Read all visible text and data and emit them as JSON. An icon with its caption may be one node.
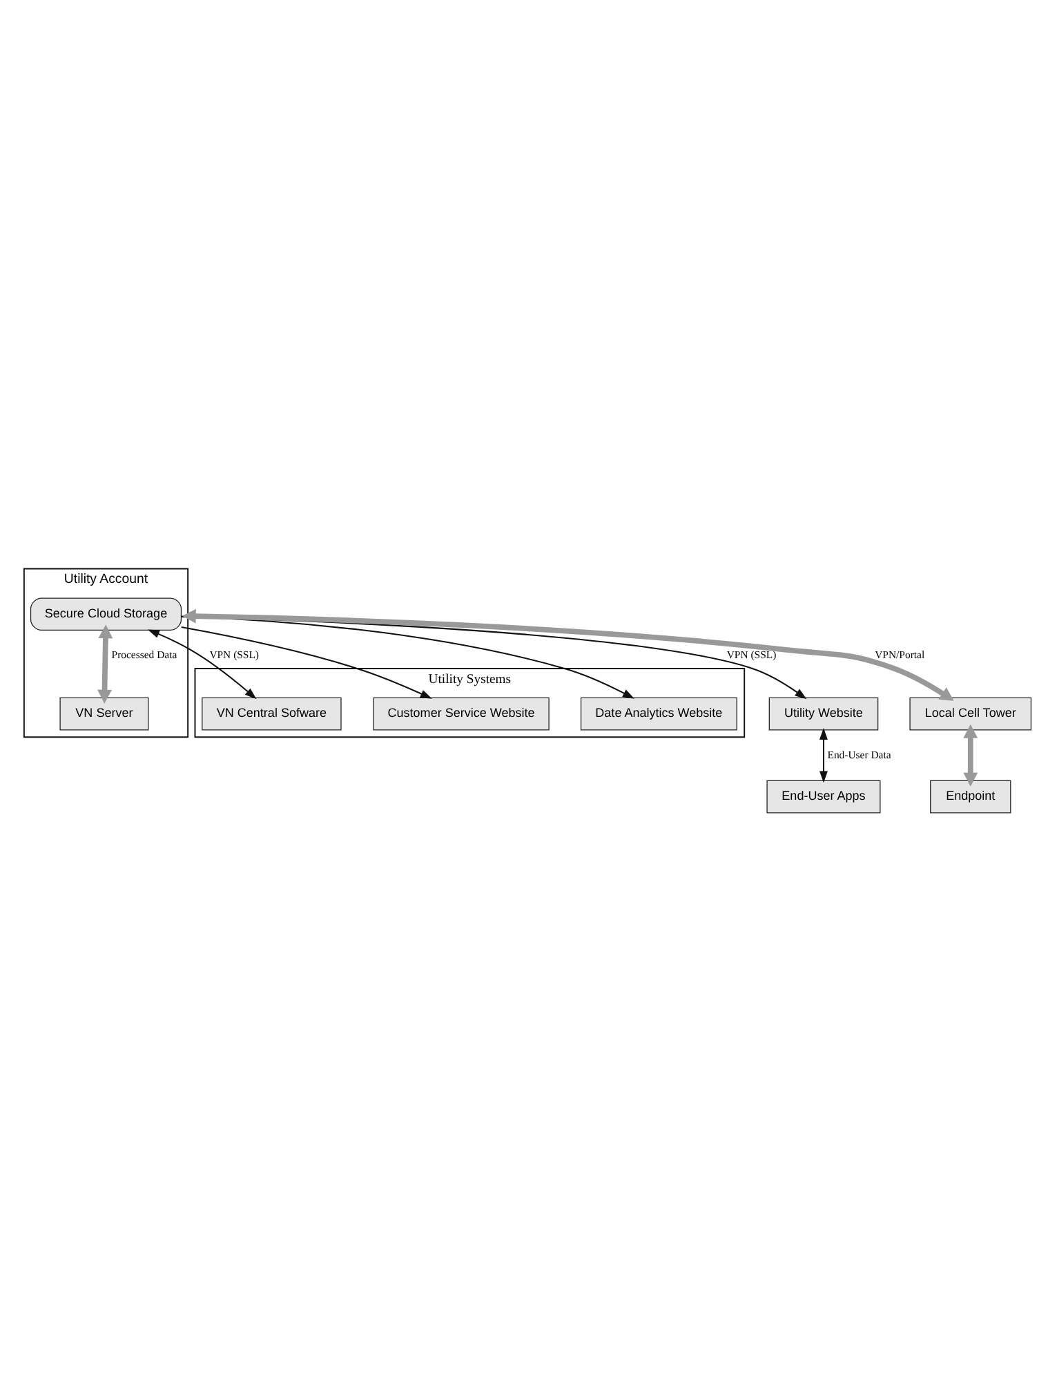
{
  "diagram": {
    "nodes": [
      {
        "text": [
          "End-User Apps"
        ]
      },
      {
        "text": [
          "Utility Website"
        ]
      },
      {
        "text": [
          "Utility Systems"
        ]
      },
      {
        "text": [
          "VN Central Sofware"
        ],
        "in": 2
      },
      {
        "text": [
          "Customer Service Website"
        ],
        "in": 2
      },
      {
        "text": [
          "Date Analytics Website"
        ],
        "in": 2
      },
      {
        "text": [
          "Utility Account"
        ]
      },
      {
        "text": [
          "Secure Cloud Storage"
        ],
        "in": 6
      },
      {
        "text": [
          "VN Server"
        ],
        "in": 6
      },
      {
        "text": [
          "Local Cell Tower"
        ]
      },
      {
        "text": [
          "Endpoint"
        ]
      }
    ],
    "edges": [
      {
        "from": 1,
        "to": 0,
        "arrow": "both",
        "label": "End-User Data"
      },
      {
        "from": 7,
        "to": 1,
        "arrow": "to",
        "label": "VPN (SSL)"
      },
      {
        "from": 3,
        "to": 7,
        "arrow": "both",
        "label": "VPN (SSL)"
      },
      {
        "from": 7,
        "to": 4,
        "arrow": "to"
      },
      {
        "from": 7,
        "to": 5,
        "arrow": "to"
      },
      {
        "from": 7,
        "to": 8,
        "arrow": "both",
        "label": "Processed Data",
        "style": "thick",
        "color": "#999999"
      },
      {
        "from": 6,
        "to": 9,
        "arrow": "both",
        "label": "VPN/Portal",
        "style": "thick",
        "color": "#999999"
      },
      {
        "from": 9,
        "to": 10,
        "arrow": "both",
        "style": "thick",
        "color": "#999999"
      }
    ]
  }
}
